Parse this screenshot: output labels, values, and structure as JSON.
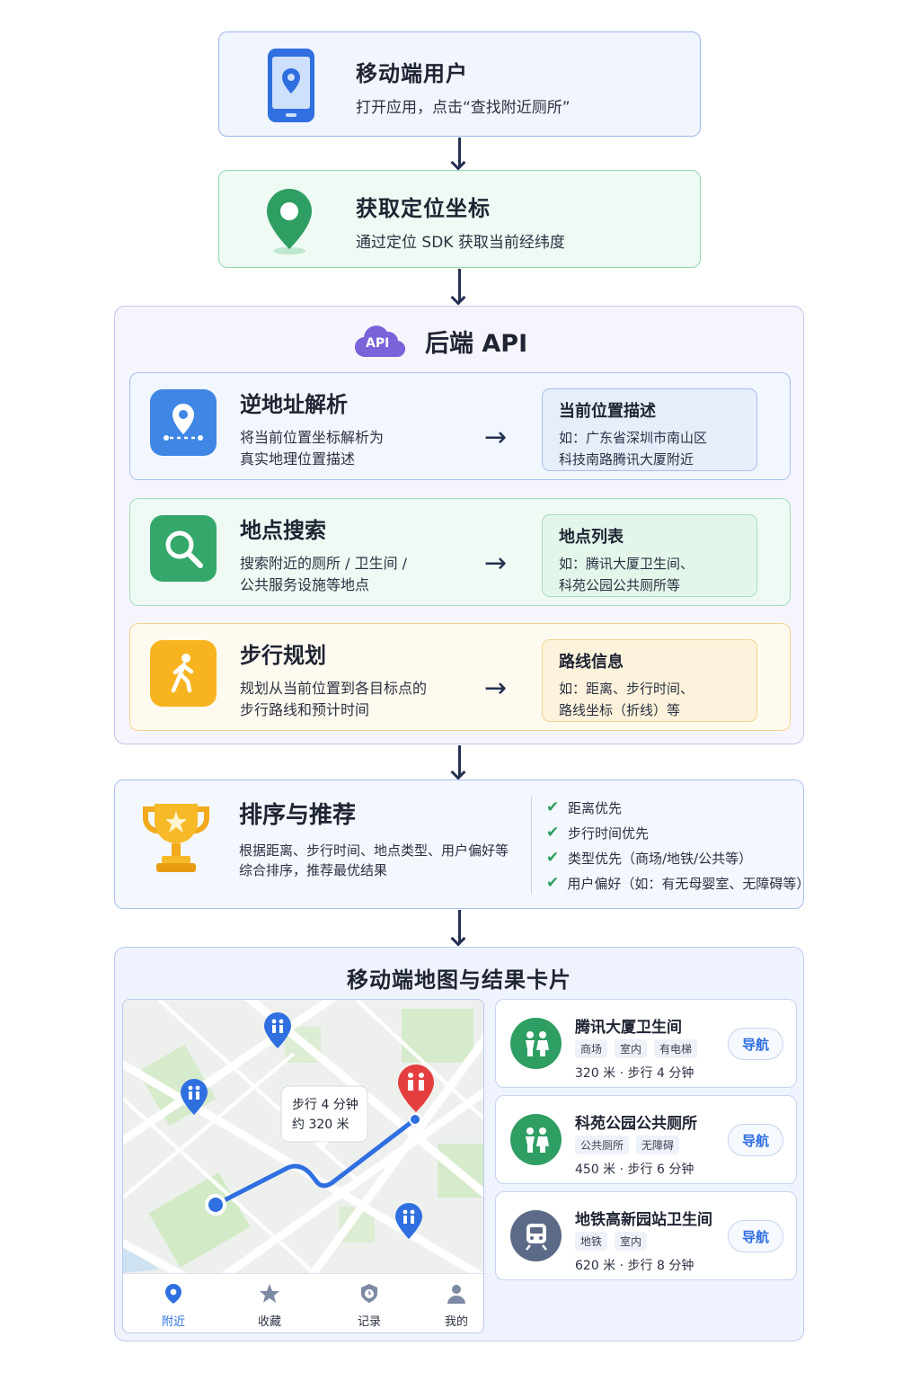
{
  "steps": {
    "user": {
      "title": "移动端用户",
      "desc": "打开应用，点击“查找附近厕所”"
    },
    "location": {
      "title": "获取定位坐标",
      "desc": "通过定位 SDK 获取当前经纬度"
    }
  },
  "backend": {
    "badge": "API",
    "title": "后端 API",
    "services": [
      {
        "title": "逆地址解析",
        "desc": "将当前位置坐标解析为\n真实地理位置描述",
        "output_title": "当前位置描述",
        "output_desc": "如：广东省深圳市南山区\n科技南路腾讯大厦附近"
      },
      {
        "title": "地点搜索",
        "desc": "搜索附近的厕所 / 卫生间 /\n公共服务设施等地点",
        "output_title": "地点列表",
        "output_desc": "如：腾讯大厦卫生间、\n科苑公园公共厕所等"
      },
      {
        "title": "步行规划",
        "desc": "规划从当前位置到各目标点的\n步行路线和预计时间",
        "output_title": "路线信息",
        "output_desc": "如：距离、步行时间、\n路线坐标（折线）等"
      }
    ],
    "arrow": "→"
  },
  "ranking": {
    "title": "排序与推荐",
    "desc": "根据距离、步行时间、地点类型、用户偏好等\n综合排序，推荐最优结果",
    "criteria": [
      "距离优先",
      "步行时间优先",
      "类型优先（商场/地铁/公共等）",
      "用户偏好（如：有无母婴室、无障碍等）"
    ],
    "check": "✔"
  },
  "result_section": {
    "title": "移动端地图与结果卡片",
    "map_callout": {
      "line1": "步行 4 分钟",
      "line2": "约 320 米"
    },
    "tabs": [
      {
        "label": "附近",
        "icon": "location-pin-icon",
        "active": true
      },
      {
        "label": "收藏",
        "icon": "star-icon",
        "active": false
      },
      {
        "label": "记录",
        "icon": "clock-shield-icon",
        "active": false
      },
      {
        "label": "我的",
        "icon": "person-icon",
        "active": false
      }
    ],
    "results": [
      {
        "name": "腾讯大厦卫生间",
        "tags": [
          "商场",
          "室内",
          "有电梯"
        ],
        "meta": "320 米 · 步行 4 分钟",
        "nav": "导航",
        "icon": "restroom-icon",
        "color": "#2f9e63"
      },
      {
        "name": "科苑公园公共厕所",
        "tags": [
          "公共厕所",
          "无障碍"
        ],
        "meta": "450 米 · 步行 6 分钟",
        "nav": "导航",
        "icon": "restroom-icon",
        "color": "#2f9e63"
      },
      {
        "name": "地铁高新园站卫生间",
        "tags": [
          "地铁",
          "室内"
        ],
        "meta": "620 米 · 步行 8 分钟",
        "nav": "导航",
        "icon": "metro-train-icon",
        "color": "#5b6a86"
      }
    ]
  }
}
